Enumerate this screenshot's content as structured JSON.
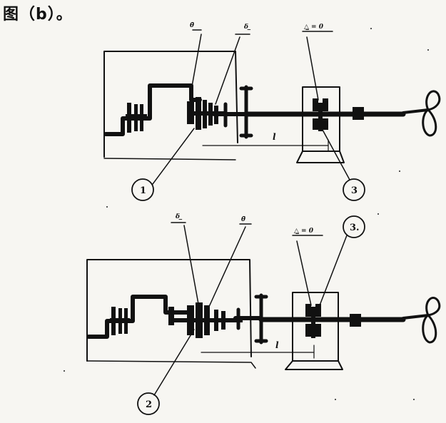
{
  "caption": "图（b）。",
  "colors": {
    "ink": "#111111",
    "paper": "#f7f6f2"
  },
  "top_diagram": {
    "label_a": "θ̄",
    "label_b": "δ ̲",
    "label_c": "△̲ = 0",
    "label_l": "l",
    "callout_left": "1",
    "callout_right": "3"
  },
  "bottom_diagram": {
    "label_a": "δ ̲",
    "label_b": "θ̄",
    "label_c": "△̲ = 0",
    "label_l": "l",
    "callout_left": "2",
    "callout_right": "3."
  }
}
